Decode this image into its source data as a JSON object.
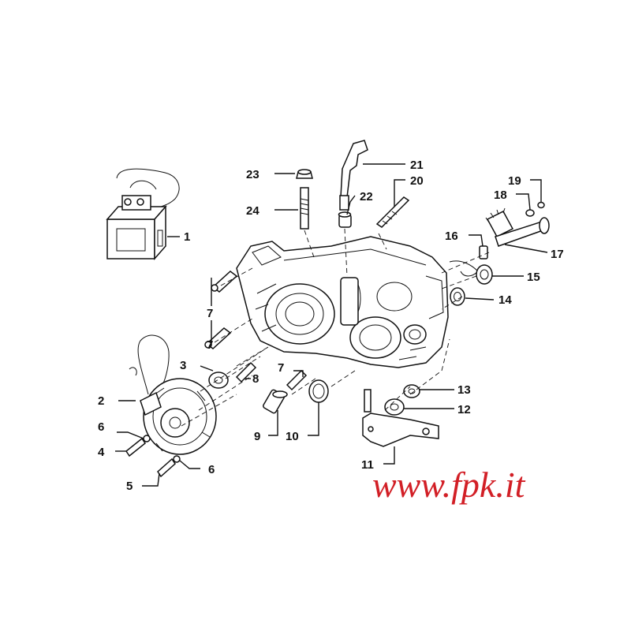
{
  "watermark": "www.fpk.it",
  "callouts": [
    "1",
    "2",
    "3",
    "4",
    "5",
    "6",
    "6",
    "7",
    "7",
    "7",
    "8",
    "9",
    "10",
    "11",
    "12",
    "13",
    "14",
    "15",
    "16",
    "17",
    "18",
    "19",
    "20",
    "21",
    "22",
    "23",
    "24"
  ]
}
